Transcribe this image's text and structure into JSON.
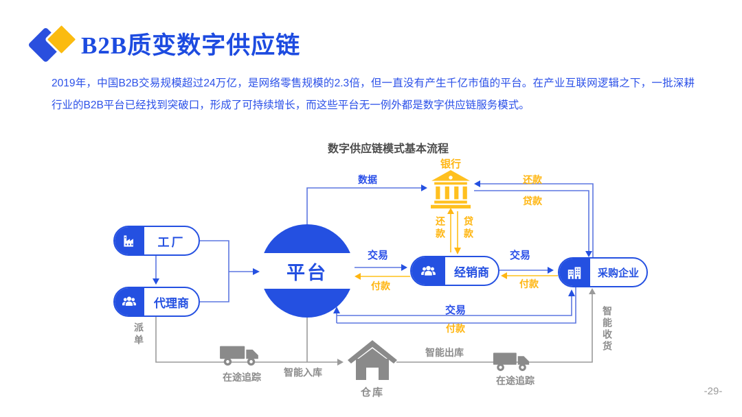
{
  "slide": {
    "title": "B2B质变数字供应链",
    "paragraph": "2019年，中国B2B交易规模超过24万亿，是网络零售规模的2.3倍，但一直没有产生千亿市值的平台。在产业互联网逻辑之下，一批深耕行业的B2B平台已经找到突破口，形成了可持续增长，而这些平台无一例外都是数字供应链服务模式。",
    "page_number": "-29-"
  },
  "diagram": {
    "title": "数字供应链模式基本流程",
    "nodes": {
      "factory": "工厂",
      "agent": "代理商",
      "platform": "平台",
      "bank": "银行",
      "distributor": "经销商",
      "buyer": "采购企业",
      "warehouse": "仓库"
    },
    "labels": {
      "data": "数据",
      "repay_top": "还款",
      "loan_top": "贷款",
      "repay_mid": "还款",
      "loan_mid": "贷款",
      "trade_platform_distributor": "交易",
      "pay_platform_distributor": "付款",
      "trade_distributor_buyer": "交易",
      "pay_distributor_buyer": "付款",
      "trade_platform_buyer": "交易",
      "pay_platform_buyer": "付款",
      "dispatch": "派单",
      "tracking_left": "在途追踪",
      "smart_inbound": "智能入库",
      "smart_outbound": "智能出库",
      "tracking_right": "在途追踪",
      "smart_receiving": "智能收货"
    },
    "colors": {
      "blue": "#2450E1",
      "yellow": "#FFB612",
      "gray": "#8C8C8C"
    }
  }
}
